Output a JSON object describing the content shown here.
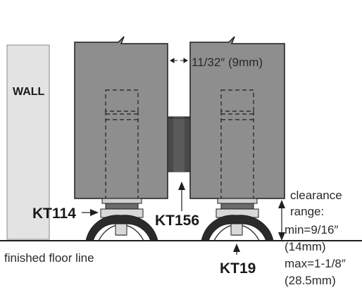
{
  "labels": {
    "wall": "WALL",
    "gap": "11/32″ (9mm)",
    "kt114": "KT114",
    "kt156": "KT156",
    "kt19": "KT19",
    "floor": "finished floor line",
    "clearance_lines": [
      "clearance",
      "range:",
      "min=9/16″",
      "(14mm)",
      "max=1-1/8″",
      "(28.5mm)"
    ]
  },
  "colors": {
    "door_panel": "#8e8e8e",
    "wall": "#e3e3e3",
    "seal": "#4a4a4a",
    "sweep": "#2b2b2b",
    "outline": "#1f1f1f"
  }
}
